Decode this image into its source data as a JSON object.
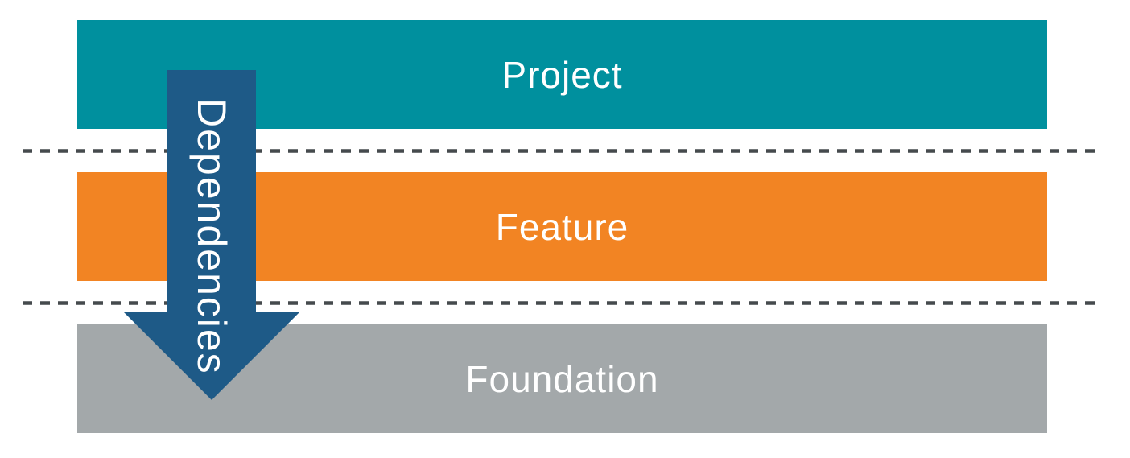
{
  "diagram": {
    "background": "#FFFFFF",
    "label_text_color": "#FFFFFF",
    "layers": [
      {
        "label": "Project",
        "color": "#00909E"
      },
      {
        "label": "Feature",
        "color": "#F28423"
      },
      {
        "label": "Foundation",
        "color": "#A3A8AA"
      }
    ],
    "separator": {
      "style": "dashed",
      "color": "#454A4D"
    },
    "arrow": {
      "label": "Dependencies",
      "direction": "down",
      "color": "#1E5A87",
      "text_color": "#FFFFFF"
    }
  }
}
